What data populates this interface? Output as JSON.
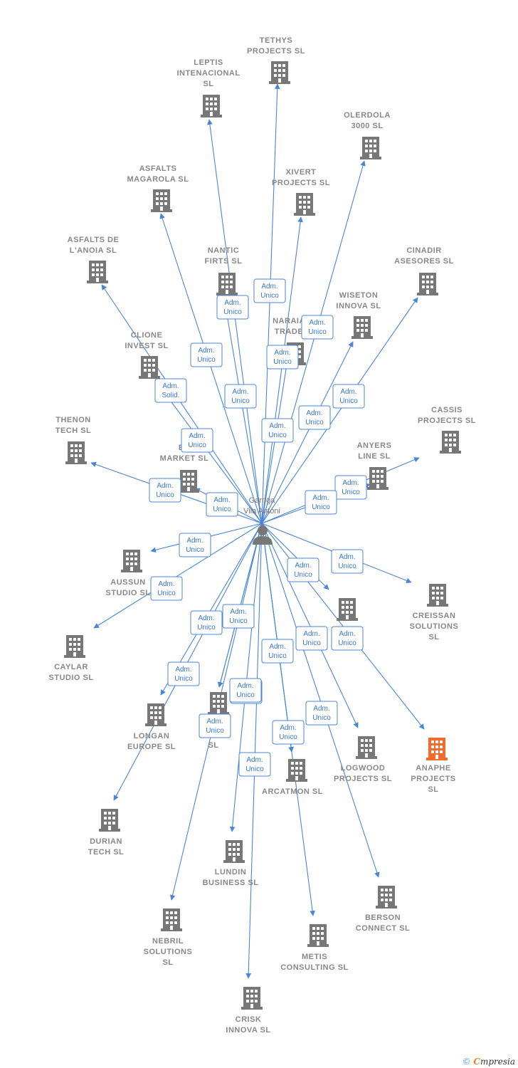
{
  "colors": {
    "edge": "#4a86d6",
    "building": "#777777",
    "highlight": "#f26a2e"
  },
  "person": {
    "name_line1": "Garriga",
    "name_line2": "Vila Antoni",
    "icon": "person-icon"
  },
  "companies": [
    {
      "id": "tethys",
      "lines": [
        "TETHYS",
        "PROJECTS  SL"
      ],
      "highlight": false
    },
    {
      "id": "leptis",
      "lines": [
        "LEPTIS",
        "INTENACIONAL",
        "SL"
      ],
      "highlight": false
    },
    {
      "id": "olerdola",
      "lines": [
        "OLERDOLA",
        "3000  SL"
      ],
      "highlight": false
    },
    {
      "id": "asfalts-magarola",
      "lines": [
        "ASFALTS",
        "MAGAROLA  SL"
      ],
      "highlight": false
    },
    {
      "id": "xivert",
      "lines": [
        "XIVERT",
        "PROJECTS  SL"
      ],
      "highlight": false
    },
    {
      "id": "asfalts-anoia",
      "lines": [
        "ASFALTS DE",
        "L'ANOIA  SL"
      ],
      "highlight": false
    },
    {
      "id": "nantic",
      "lines": [
        "NANTIC",
        "FIRTS  SL"
      ],
      "highlight": false
    },
    {
      "id": "cinadir",
      "lines": [
        "CINADIR",
        "ASESORES  SL"
      ],
      "highlight": false
    },
    {
      "id": "wiseton",
      "lines": [
        "WISETON",
        "INNOVA  SL"
      ],
      "highlight": false
    },
    {
      "id": "naraia",
      "lines": [
        "NARAIA",
        "TRADE"
      ],
      "highlight": false
    },
    {
      "id": "clione",
      "lines": [
        "CLIONE",
        "INVEST  SL"
      ],
      "highlight": false
    },
    {
      "id": "thenon",
      "lines": [
        "THENON",
        "TECH  SL"
      ],
      "highlight": false
    },
    {
      "id": "cassis",
      "lines": [
        "CASSIS",
        "PROJECTS  SL"
      ],
      "highlight": false
    },
    {
      "id": "er-market",
      "lines": [
        "ER",
        "MARKET SL"
      ],
      "highlight": false
    },
    {
      "id": "anyers",
      "lines": [
        "ANYERS",
        "LINE  SL"
      ],
      "highlight": false
    },
    {
      "id": "aussun",
      "lines": [
        "AUSSUN",
        "STUDIO  SL"
      ],
      "highlight": false
    },
    {
      "id": "creissan",
      "lines": [
        "CREISSAN",
        "SOLUTIONS",
        "SL"
      ],
      "highlight": false
    },
    {
      "id": "unnamed-mid",
      "lines": [],
      "highlight": false
    },
    {
      "id": "caylar",
      "lines": [
        "CAYLAR",
        "STUDIO  SL"
      ],
      "highlight": false
    },
    {
      "id": "longan",
      "lines": [
        "LONGAN",
        "EUROPE  SL"
      ],
      "highlight": false
    },
    {
      "id": "bu",
      "lines": [
        "BU",
        "SL"
      ],
      "highlight": false
    },
    {
      "id": "logwood",
      "lines": [
        "LOGWOOD",
        "PROJECTS SL"
      ],
      "highlight": false
    },
    {
      "id": "anaphe",
      "lines": [
        "ANAPHE",
        "PROJECTS",
        "SL"
      ],
      "highlight": true
    },
    {
      "id": "arcatmon",
      "lines": [
        "ARCATMON SL"
      ],
      "highlight": false
    },
    {
      "id": "durian",
      "lines": [
        "DURIAN",
        "TECH  SL"
      ],
      "highlight": false
    },
    {
      "id": "lundin",
      "lines": [
        "LUNDIN",
        "BUSINESS  SL"
      ],
      "highlight": false
    },
    {
      "id": "berson",
      "lines": [
        "BERSON",
        "CONNECT  SL"
      ],
      "highlight": false
    },
    {
      "id": "nebril",
      "lines": [
        "NEBRIL",
        "SOLUTIONS",
        "SL"
      ],
      "highlight": false
    },
    {
      "id": "metis",
      "lines": [
        "METIS",
        "CONSULTING SL"
      ],
      "highlight": false
    },
    {
      "id": "crisk",
      "lines": [
        "CRISK",
        "INNOVA SL"
      ],
      "highlight": false
    }
  ],
  "relations": [
    {
      "target": "tethys",
      "lines": [
        "Adm.",
        "Unico"
      ]
    },
    {
      "target": "leptis",
      "lines": [
        "Adm.",
        "Unico"
      ]
    },
    {
      "target": "olerdola",
      "lines": [
        "Adm.",
        "Unico"
      ]
    },
    {
      "target": "asfalts-magarola",
      "lines": [
        "Adm.",
        "Unico"
      ]
    },
    {
      "target": "xivert",
      "lines": [
        "Adm.",
        "Unico"
      ]
    },
    {
      "target": "asfalts-anoia",
      "lines": [
        "Adm.",
        "Solid."
      ]
    },
    {
      "target": "nantic",
      "lines": [
        "Adm.",
        "Unico"
      ]
    },
    {
      "target": "cinadir",
      "lines": [
        "Adm.",
        "Unico"
      ]
    },
    {
      "target": "wiseton",
      "lines": [
        "Adm.",
        "Unico"
      ]
    },
    {
      "target": "naraia",
      "lines": [
        "Adm.",
        "Unico"
      ]
    },
    {
      "target": "clione",
      "lines": [
        "Adm.",
        "Unico"
      ]
    },
    {
      "target": "thenon",
      "lines": [
        "Adm.",
        "Unico"
      ]
    },
    {
      "target": "cassis",
      "lines": [
        "Adm.",
        "Unico"
      ]
    },
    {
      "target": "er-market",
      "lines": [
        "Adm.",
        "Unico"
      ]
    },
    {
      "target": "anyers",
      "lines": [
        "Adm.",
        "Unico"
      ]
    },
    {
      "target": "aussun",
      "lines": [
        "Adm.",
        "Unico"
      ]
    },
    {
      "target": "creissan",
      "lines": [
        "Adm.",
        "Unico"
      ]
    },
    {
      "target": "unnamed-mid",
      "lines": [
        "Adm.",
        "Unico"
      ]
    },
    {
      "target": "caylar",
      "lines": [
        "Adm.",
        "Unico"
      ]
    },
    {
      "target": "longan",
      "lines": [
        "Adm.",
        "Unico"
      ]
    },
    {
      "target": "bu",
      "lines": [
        "Adm.",
        "Unico"
      ]
    },
    {
      "target": "logwood",
      "lines": [
        "Adm.",
        "Unico"
      ]
    },
    {
      "target": "anaphe",
      "lines": [
        "Adm.",
        "Unico"
      ]
    },
    {
      "target": "arcatmon",
      "lines": [
        "Adm.",
        "Unico"
      ]
    },
    {
      "target": "durian",
      "lines": [
        "Adm.",
        "Unico"
      ]
    },
    {
      "target": "lundin",
      "lines": [
        "Adm.",
        "Unico"
      ]
    },
    {
      "target": "berson",
      "lines": [
        "Adm.",
        "Unico"
      ]
    },
    {
      "target": "nebril",
      "lines": [
        "Adm.",
        "Unico"
      ]
    },
    {
      "target": "metis",
      "lines": [
        "Adm.",
        "Unico"
      ]
    },
    {
      "target": "crisk",
      "lines": [
        "Adm.",
        "Unico"
      ]
    },
    {
      "target": "arcatmon",
      "lines": [
        "Adm.",
        "Unico"
      ]
    },
    {
      "target": "bu",
      "lines": [
        "Adm.",
        "Unico"
      ]
    }
  ],
  "footer": {
    "copyright": "©",
    "brand_initial": "C",
    "brand_rest": "mpresia"
  }
}
